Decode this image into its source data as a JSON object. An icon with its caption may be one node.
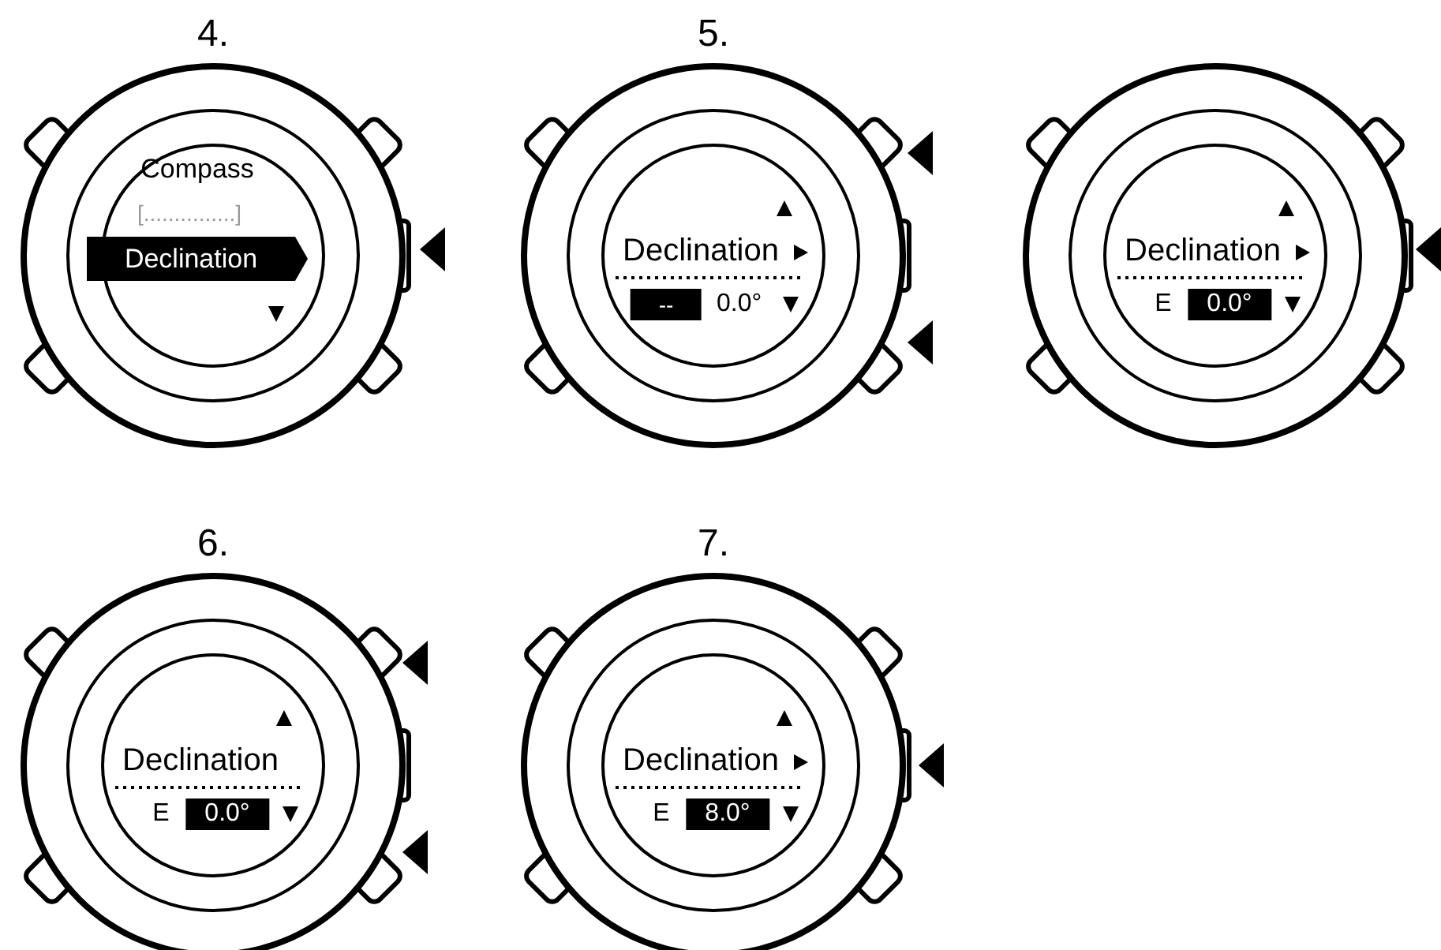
{
  "diagram": {
    "nodes": [
      {
        "text": [
          "Compass",
          "[...............]",
          "Declination"
        ],
        "beside": [
          "4."
        ]
      },
      {
        "text": [
          "Declination",
          "--",
          "0.0°"
        ],
        "beside": [
          "5."
        ]
      },
      {
        "text": [
          "Declination",
          "E",
          "0.0°"
        ]
      },
      {
        "text": [
          "Declination",
          "E",
          "0.0°"
        ],
        "beside": [
          "6."
        ]
      },
      {
        "text": [
          "Declination",
          "E",
          "8.0°"
        ],
        "beside": [
          "7."
        ]
      }
    ]
  }
}
